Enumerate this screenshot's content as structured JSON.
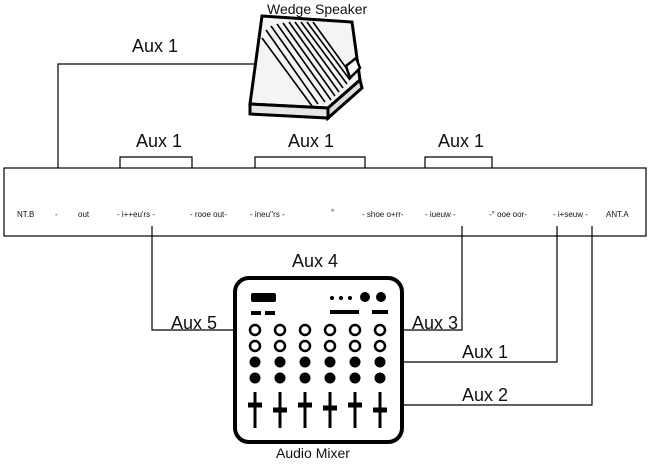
{
  "speaker": {
    "title": "Wedge Speaker",
    "send": "Aux 1"
  },
  "top_sends": [
    "Aux 1",
    "Aux 1",
    "Aux 1"
  ],
  "panel": {
    "jacks": [
      "NT.B",
      "-",
      "out",
      "- i++eu'rs -",
      "- rooe out-",
      "- ineu''rs -",
      "°",
      "- shoe o+rr-",
      "- iueuw -",
      "-° ooe oor-",
      "- i+seuw -",
      "ANT.A"
    ]
  },
  "mixer": {
    "title": "Audio Mixer",
    "top_label": "Aux 4",
    "left_label": "Aux 5",
    "right_labels": [
      "Aux 3",
      "Aux 1",
      "Aux 2"
    ]
  }
}
